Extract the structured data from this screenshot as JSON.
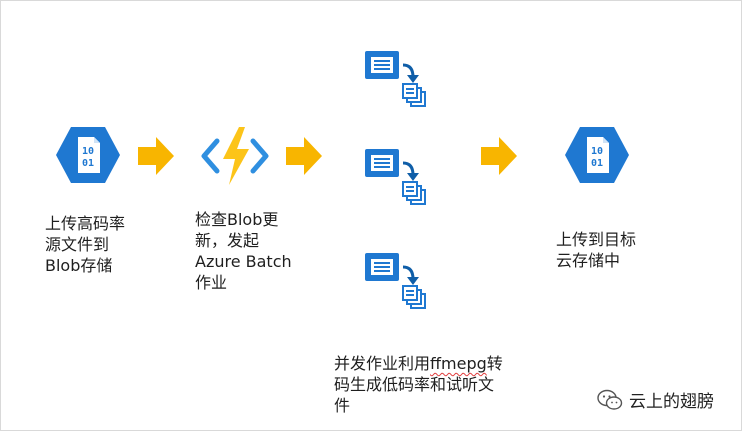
{
  "colors": {
    "blue": "#1f78d1",
    "blue_dark": "#0f5ea8",
    "arrow": "#f8b500",
    "bolt": "#fcc419",
    "azure_brackets": "#2f8fe0"
  },
  "icons": {
    "blob_storage": "blob-storage-icon",
    "azure_function": "azure-function-icon",
    "batch_task": "batch-task-icon",
    "flow_arrow": "right-arrow-icon"
  },
  "blob_glyph": {
    "line1": "10",
    "line2": "01"
  },
  "steps": {
    "upload_source": "上传高码率\n源文件到\nBlob存储",
    "check_blob": "检查Blob更\n新，发起\nAzure Batch\n作业",
    "parallel_line1_a": "并发作业利用",
    "parallel_line1_ff": "ffmepg",
    "parallel_line1_b": "转",
    "parallel_line2": "码生成低码率和试听文",
    "parallel_line3": "件",
    "upload_target": "上传到目标\n云存储中"
  },
  "watermark": {
    "text": "云上的翅膀"
  }
}
